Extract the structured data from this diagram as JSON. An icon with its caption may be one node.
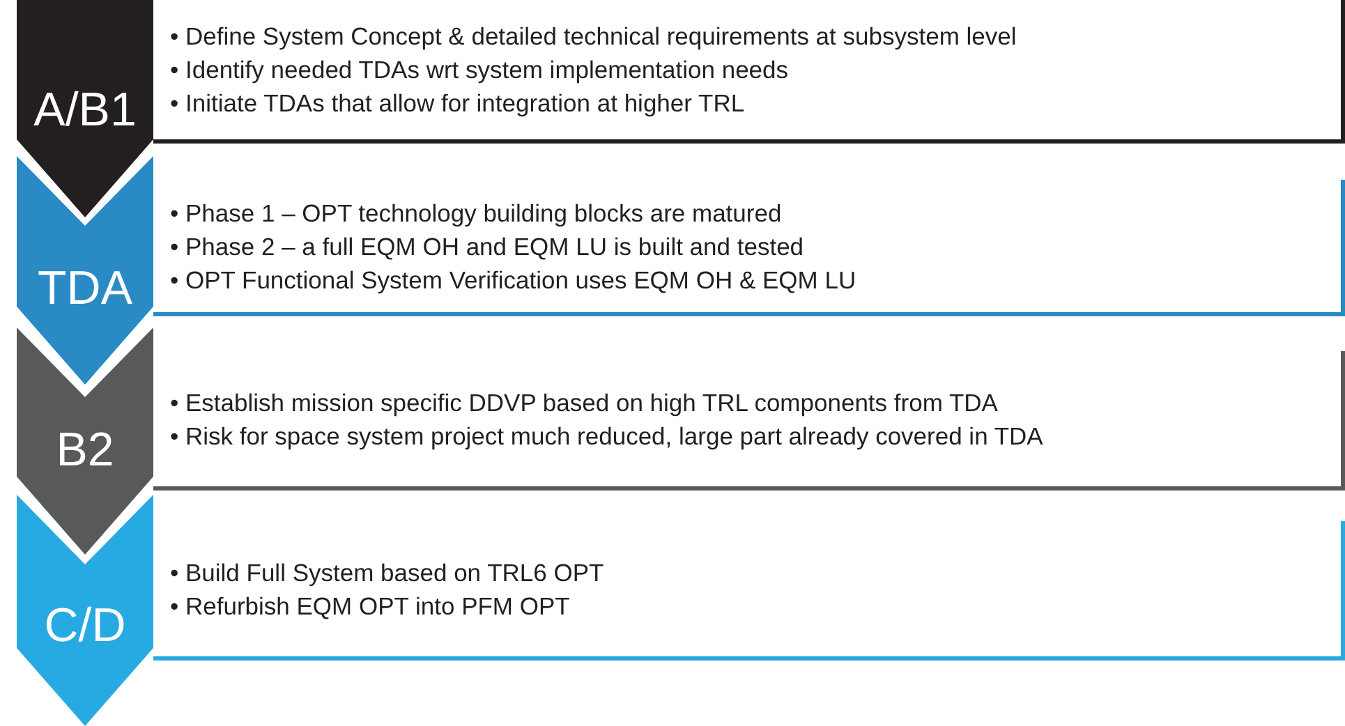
{
  "diagram": {
    "nodes": [
      {
        "text": [
          "A/B1"
        ]
      },
      {
        "text": [
          "• Define System Concept & detailed technical requirements at subsystem level",
          "• Identify needed TDAs wrt system implementation needs",
          "• Initiate TDAs that allow for integration at higher TRL"
        ]
      },
      {
        "text": [
          "TDA"
        ]
      },
      {
        "text": [
          "•  Phase 1 – OPT technology building blocks are matured",
          "•  Phase 2 – a full EQM OH and EQM LU is built and tested",
          "•  OPT Functional System Verification uses EQM OH & EQM LU"
        ]
      },
      {
        "text": [
          "B2"
        ]
      },
      {
        "text": [
          "• Establish mission specific DDVP based on high TRL components from TDA",
          "• Risk for space system project much reduced, large part already covered in TDA"
        ]
      },
      {
        "text": [
          "C/D"
        ]
      },
      {
        "text": [
          "• Build Full System based on TRL6 OPT",
          "• Refurbish EQM OPT into PFM OPT"
        ]
      }
    ],
    "edges": []
  }
}
